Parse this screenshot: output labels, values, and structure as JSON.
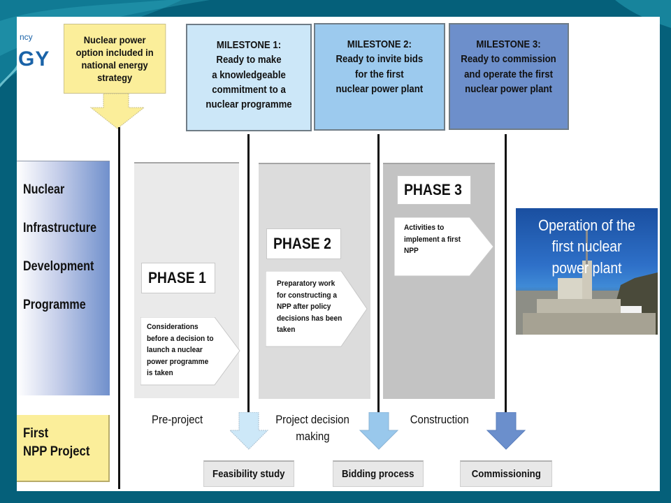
{
  "slide": {
    "logo_fragment_small": "ncy",
    "logo_fragment_large": "GY",
    "colors": {
      "background": "#05607a",
      "content": "#ffffff",
      "callout_yellow": "#fbee9a",
      "milestone1": "#cce7f8",
      "milestone2": "#9ccaee",
      "milestone3": "#6d8fcb",
      "phase1_bg": "#eaeaea",
      "phase2_bg": "#dcdcdc",
      "phase3_bg": "#c3c3c3"
    }
  },
  "callout": {
    "lines": [
      "Nuclear power",
      "option included in",
      "national energy",
      "strategy"
    ]
  },
  "milestones": [
    {
      "title": "MILESTONE 1:",
      "lines": [
        "Ready to make",
        "a knowledgeable",
        "commitment to a",
        "nuclear programme"
      ]
    },
    {
      "title": "MILESTONE 2:",
      "lines": [
        "Ready to invite bids",
        "for the first",
        "nuclear power plant"
      ]
    },
    {
      "title": "MILESTONE 3:",
      "lines": [
        "Ready to commission",
        "and operate the first",
        "nuclear power plant"
      ]
    }
  ],
  "left_labels": {
    "programme": [
      "Nuclear",
      "Infrastructure",
      "Development",
      "Programme"
    ],
    "project": [
      "First",
      "NPP Project"
    ]
  },
  "phases": [
    {
      "label": "PHASE 1",
      "description": [
        "Considerations",
        "before a decision to",
        "launch a nuclear",
        "power programme",
        "is taken"
      ]
    },
    {
      "label": "PHASE 2",
      "description": [
        "Preparatory work",
        "for constructing a",
        "NPP after policy",
        "decisions has been",
        "taken"
      ]
    },
    {
      "label": "PHASE 3",
      "description": [
        "Activities to",
        "implement a first",
        "NPP"
      ]
    }
  ],
  "operation": {
    "lines": [
      "Operation of the",
      "first nuclear",
      "power plant"
    ]
  },
  "stages": [
    {
      "lines": [
        "Pre-project"
      ]
    },
    {
      "lines": [
        "Project decision",
        "making"
      ]
    },
    {
      "lines": [
        "Construction"
      ]
    }
  ],
  "steps": [
    {
      "label": "Feasibility study"
    },
    {
      "label": "Bidding process"
    },
    {
      "label": "Commissioning"
    }
  ]
}
